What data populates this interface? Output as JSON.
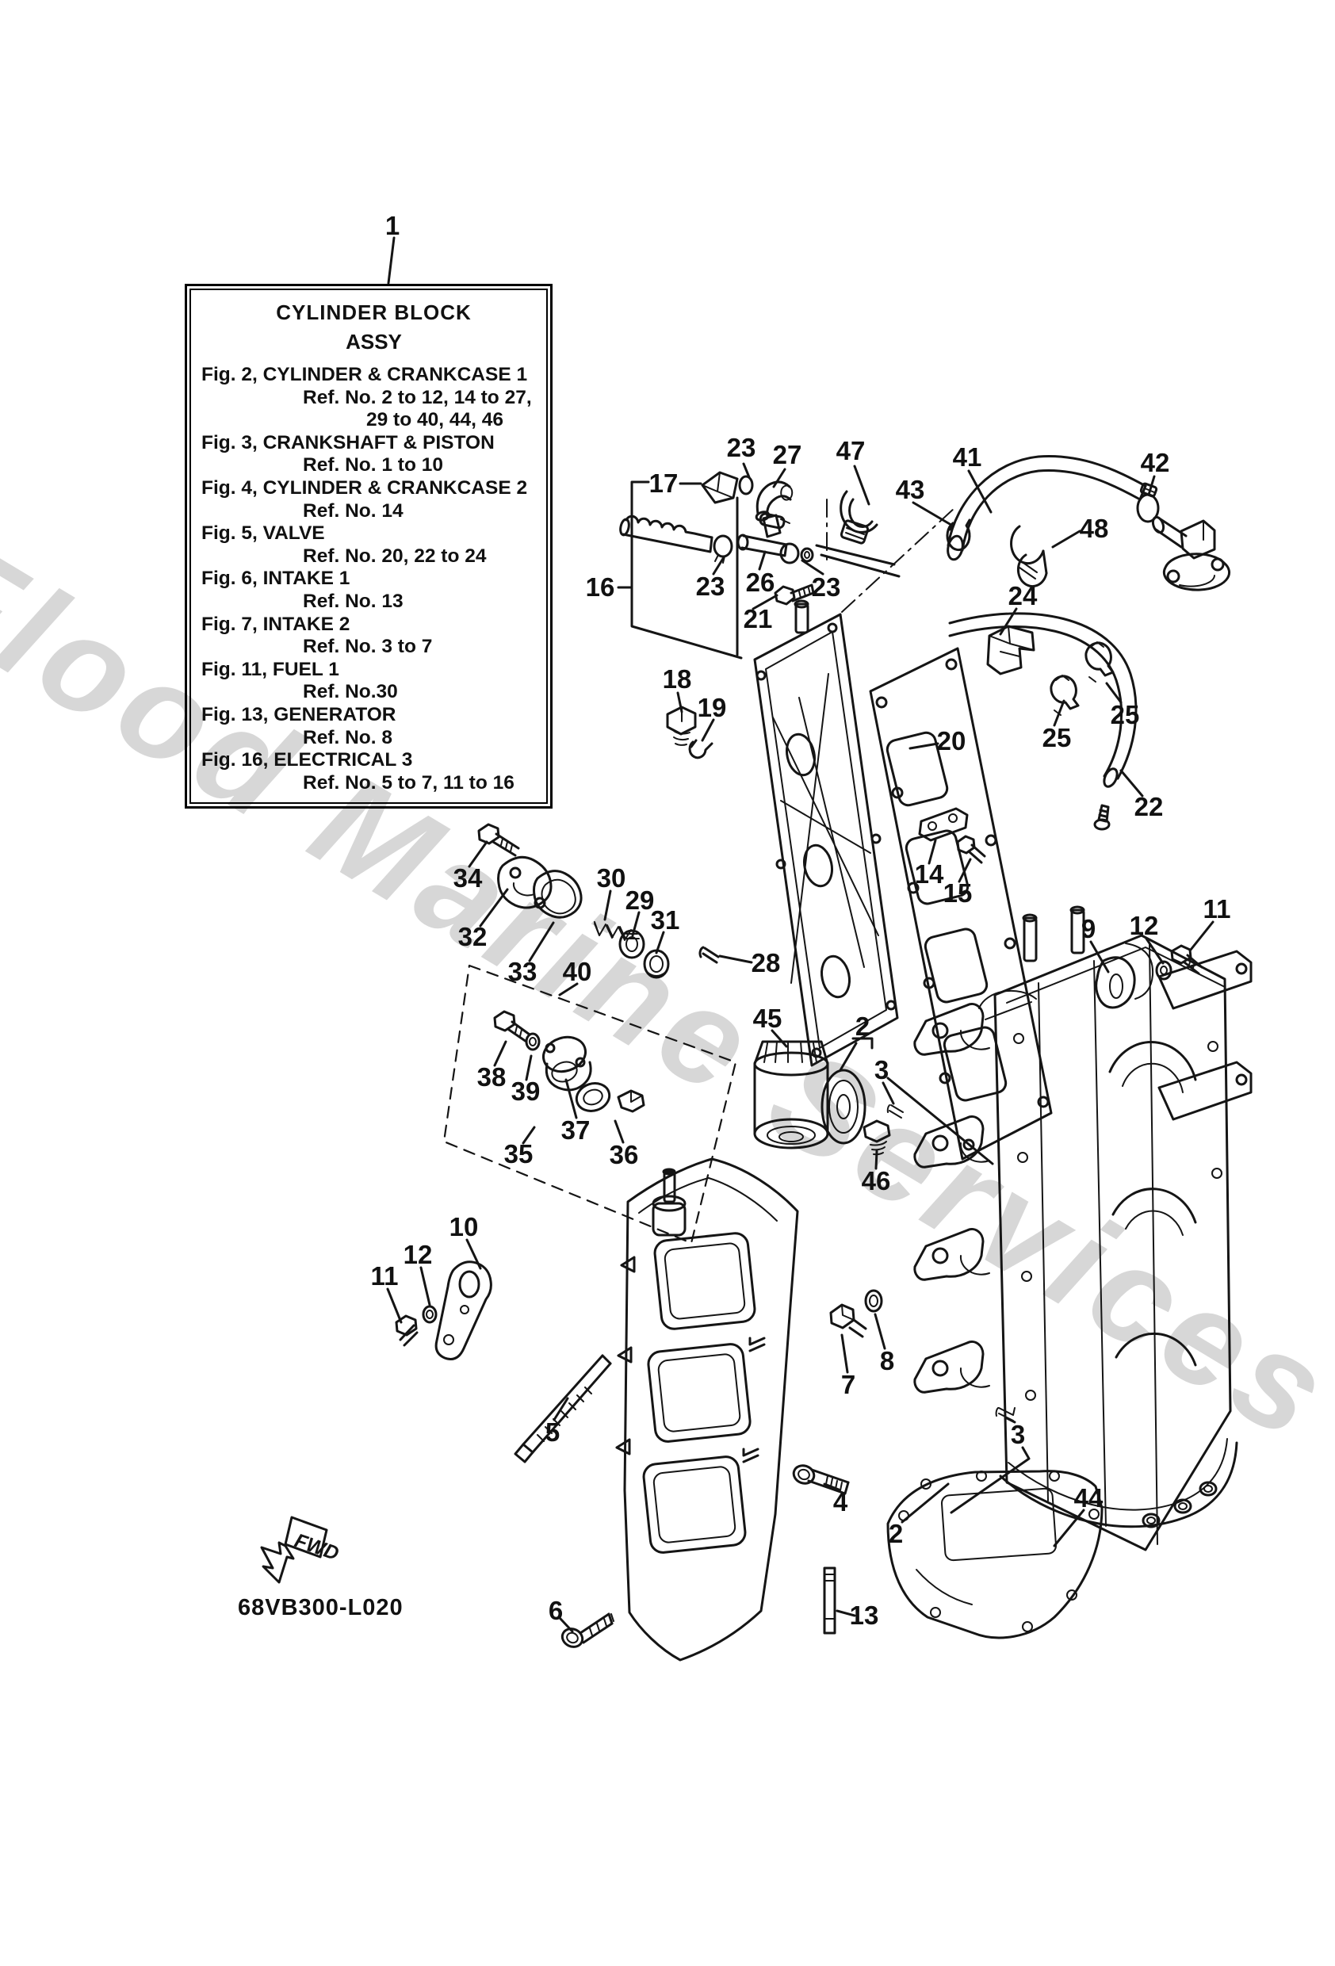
{
  "watermark": "Flood Marine Services",
  "drawing_code": "68VB300-L020",
  "fwd_label": "FWD",
  "info_box": {
    "title": [
      "CYLINDER BLOCK",
      "ASSY"
    ],
    "entries": [
      {
        "fig": "Fig. 2, CYLINDER & CRANKCASE 1",
        "ref1": "Ref. No. 2 to 12, 14 to 27,",
        "ref2": "29 to 40, 44, 46"
      },
      {
        "fig": "Fig. 3, CRANKSHAFT & PISTON",
        "ref1": "Ref. No. 1 to 10"
      },
      {
        "fig": "Fig. 4, CYLINDER & CRANKCASE 2",
        "ref1": "Ref. No. 14"
      },
      {
        "fig": "Fig. 5, VALVE",
        "ref1": "Ref. No. 20, 22 to 24"
      },
      {
        "fig": "Fig. 6, INTAKE 1",
        "ref1": "Ref. No. 13"
      },
      {
        "fig": "Fig. 7, INTAKE 2",
        "ref1": "Ref. No. 3 to 7"
      },
      {
        "fig": "Fig. 11, FUEL 1",
        "ref1": "Ref. No.30"
      },
      {
        "fig": "Fig. 13, GENERATOR",
        "ref1": "Ref. No. 8"
      },
      {
        "fig": "Fig. 16, ELECTRICAL 3",
        "ref1": "Ref. No. 5 to 7, 11 to 16"
      }
    ]
  },
  "callouts": [
    "1",
    "23",
    "27",
    "47",
    "41",
    "42",
    "43",
    "17",
    "48",
    "16",
    "23",
    "26",
    "23",
    "21",
    "24",
    "18",
    "19",
    "20",
    "25",
    "25",
    "22",
    "14",
    "15",
    "34",
    "30",
    "29",
    "31",
    "32",
    "33",
    "40",
    "28",
    "9",
    "12",
    "11",
    "45",
    "2",
    "3",
    "38",
    "39",
    "37",
    "36",
    "35",
    "46",
    "10",
    "12",
    "11",
    "5",
    "7",
    "8",
    "3",
    "4",
    "2",
    "44",
    "6",
    "13"
  ]
}
